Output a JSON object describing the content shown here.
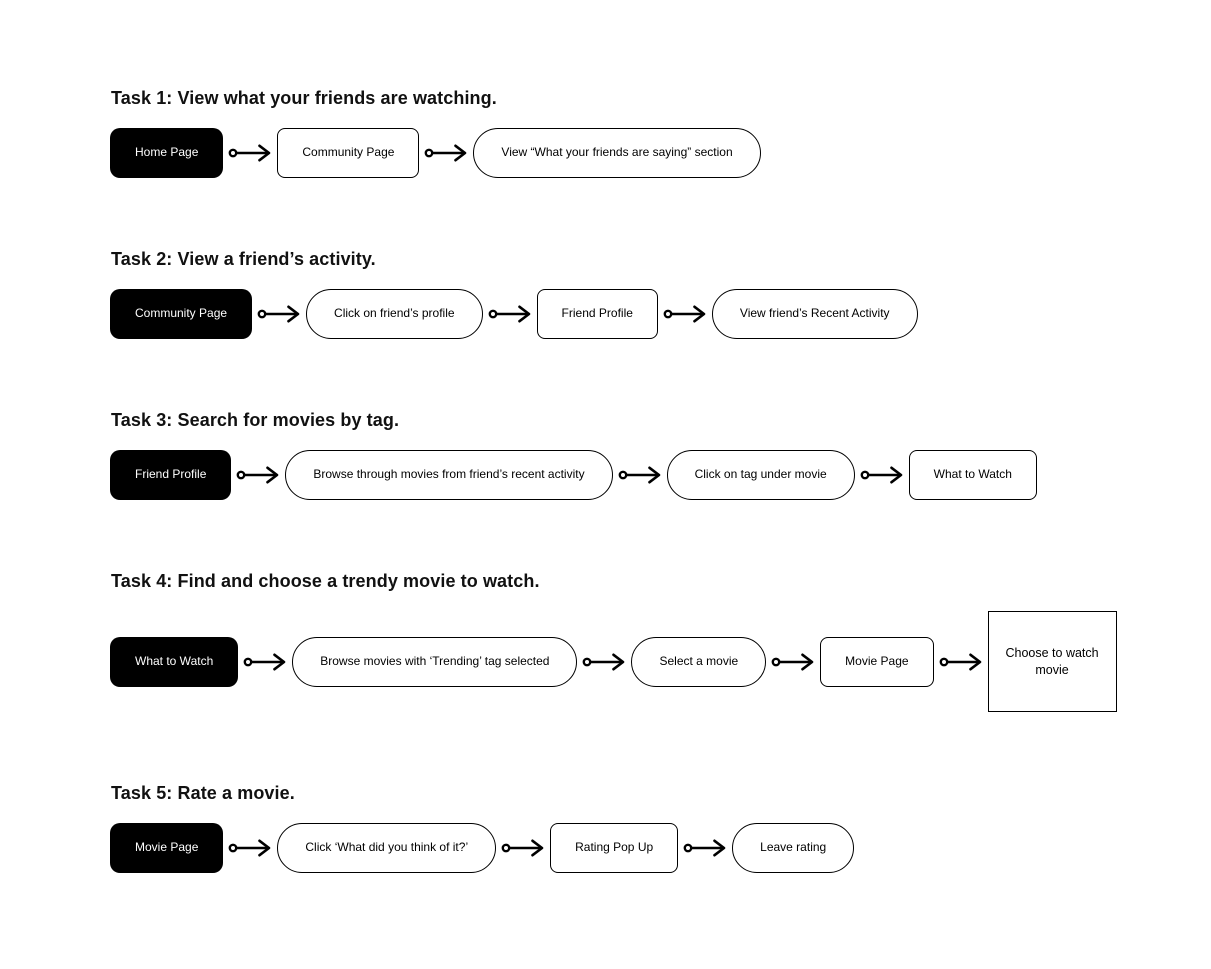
{
  "colors": {
    "ink": "#000000",
    "node_fill": "#ffffff",
    "start_bg": "#000000",
    "start_text": "#ffffff",
    "title_color": "#111111",
    "page_bg": "#ffffff"
  },
  "icons": {
    "arrow": "flow-arrow"
  },
  "tasks": [
    {
      "title": "Task 1: View what your friends are watching.",
      "nodes": [
        {
          "label": "Home Page",
          "type": "start"
        },
        {
          "label": "Community Page",
          "type": "screen"
        },
        {
          "label": "View “What your friends are saying” section",
          "type": "action"
        }
      ]
    },
    {
      "title": "Task 2: View a friend’s activity.",
      "nodes": [
        {
          "label": "Community Page",
          "type": "start"
        },
        {
          "label": "Click on friend’s profile",
          "type": "action"
        },
        {
          "label": "Friend Profile",
          "type": "screen"
        },
        {
          "label": "View friend’s Recent Activity",
          "type": "action"
        }
      ]
    },
    {
      "title": "Task 3: Search for movies by tag.",
      "nodes": [
        {
          "label": "Friend Profile",
          "type": "start"
        },
        {
          "label": "Browse through movies from friend’s recent activity",
          "type": "action"
        },
        {
          "label": "Click on tag under movie",
          "type": "action"
        },
        {
          "label": "What to Watch",
          "type": "screen"
        }
      ]
    },
    {
      "title": "Task 4: Find and choose a trendy movie to watch.",
      "nodes": [
        {
          "label": "What to Watch",
          "type": "start"
        },
        {
          "label": "Browse movies with ‘Trending’ tag selected",
          "type": "action"
        },
        {
          "label": "Select a movie",
          "type": "action"
        },
        {
          "label": "Movie Page",
          "type": "screen"
        },
        {
          "label": "Choose to watch movie",
          "type": "outcome"
        }
      ]
    },
    {
      "title": "Task 5: Rate a movie.",
      "nodes": [
        {
          "label": "Movie Page",
          "type": "start"
        },
        {
          "label": "Click ‘What did you think of it?’",
          "type": "action"
        },
        {
          "label": "Rating Pop Up",
          "type": "screen"
        },
        {
          "label": "Leave rating",
          "type": "action"
        }
      ]
    }
  ]
}
